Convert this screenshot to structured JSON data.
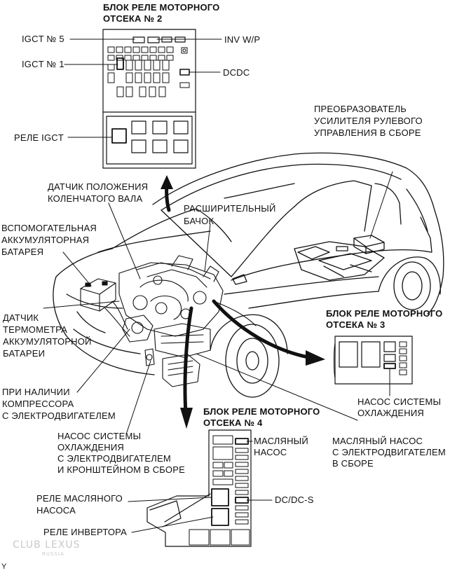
{
  "relay_blocks": {
    "block2_title": "БЛОК РЕЛЕ МОТОРНОГО\nОТСЕКА № 2",
    "block3_title": "БЛОК РЕЛЕ МОТОРНОГО\nОТСЕКА № 3",
    "block4_title": "БЛОК РЕЛЕ МОТОРНОГО\nОТСЕКА № 4"
  },
  "labels": {
    "igct5": "IGCT № 5",
    "igct1": "IGCT № 1",
    "inv_wp": "INV W/P",
    "dcdc": "DCDC",
    "igct_relay": "РЕЛЕ IGCT",
    "power_steering": "ПРЕОБРАЗОВАТЕЛЬ\nУСИЛИТЕЛЯ РУЛЕВОГО\nУПРАВЛЕНИЯ В СБОРЕ",
    "crank_sensor": "ДАТЧИК ПОЛОЖЕНИЯ\nКОЛЕНЧАТОГО ВАЛА",
    "expansion_tank": "РАСШИРИТЕЛЬНЫЙ\nБАЧОК",
    "aux_battery": "ВСПОМОГАТЕЛЬНАЯ\nАККУМУЛЯТОРНАЯ\nБАТАРЕЯ",
    "battery_temp": "ДАТЧИК\nТЕРМОМЕТРА\nАККУМУЛЯТОРНОЙ\nБАТАРЕИ",
    "compressor": "ПРИ НАЛИЧИИ\nКОМПРЕССОРА\nС ЭЛЕКТРОДВИГАТЕЛЕМ",
    "cooling_pump_block3": "НАСОС СИСТЕМЫ\nОХЛАЖДЕНИЯ",
    "cooling_pump_assy": "НАСОС СИСТЕМЫ\nОХЛАЖДЕНИЯ\nС ЭЛЕКТРОДВИГАТЕЛЕМ\nИ КРОНШТЕЙНОМ В СБОРЕ",
    "oil_pump": "МАСЛЯНЫЙ\nНАСОС",
    "oil_pump_motor": "МАСЛЯНЫЙ НАСОС\nС ЭЛЕКТРОДВИГАТЕЛЕМ\nВ СБОРЕ",
    "oil_pump_relay": "РЕЛЕ МАСЛЯНОГО\nНАСОСА",
    "dcdc_s": "DC/DC-S",
    "inverter_relay": "РЕЛЕ ИНВЕРТОРА",
    "corner_mark": "Y"
  },
  "watermark": {
    "main": "CLUB LEXUS",
    "sub": "RUSSIA"
  }
}
